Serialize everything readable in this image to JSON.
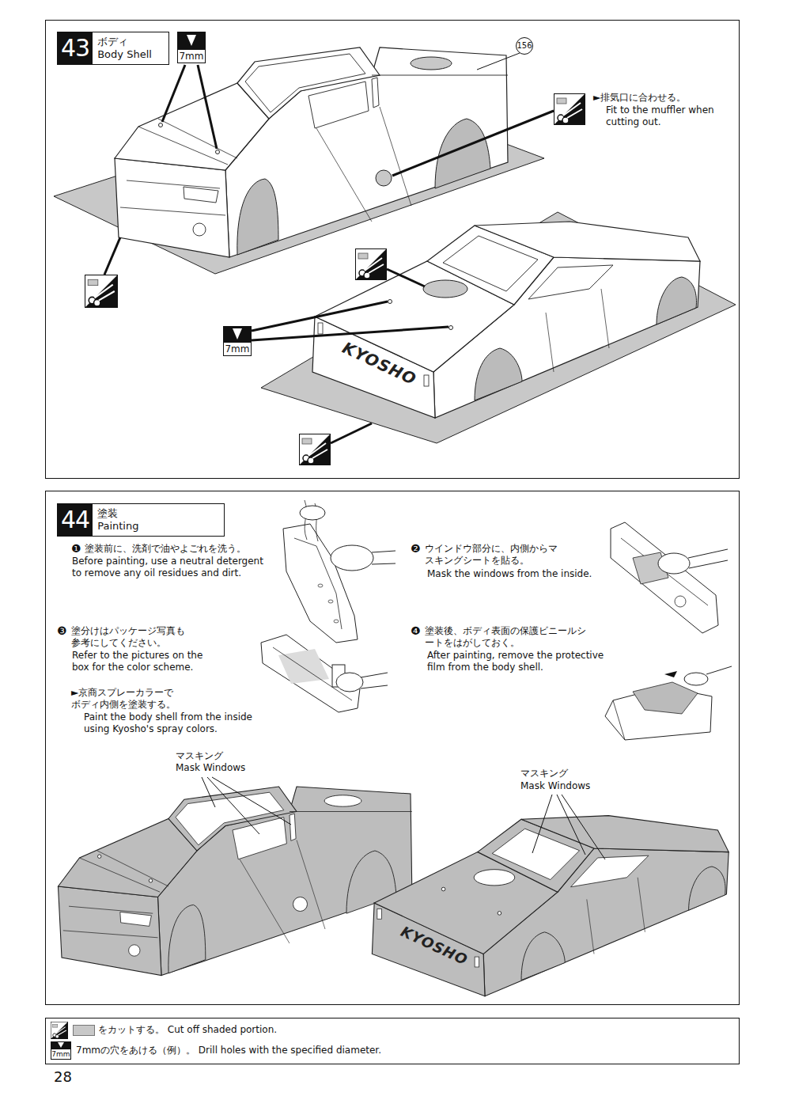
{
  "diagram": {
    "nodes": [
      {
        "text": [
          "43",
          "ボディ",
          "Body Shell"
        ]
      },
      {
        "text": [
          "44",
          "塗装",
          "Painting"
        ]
      }
    ],
    "edges": [],
    "labels": [
      "156",
      "7mm",
      "►排気口に合わせる。",
      "Fit to the muffler when cutting out.",
      "KYOSHO",
      "7mm",
      "❶",
      "塗装前に、洗剤で油やよごれを洗う。",
      "Before painting, use a neutral detergent to remove any oil residues and dirt.",
      "❷",
      "ウインドウ部分に、内側からマスキングシートを貼る。",
      "Mask the windows from the inside.",
      "❸",
      "塗分けはパッケージ写真も参考にしてください。",
      "Refer to the pictures on the box for the color scheme.",
      "❹",
      "塗装後、ボディ表面の保護ビニールシートをはがしておく。",
      "After painting, remove the protective film from the body shell.",
      "►京商スプレーカラーでボディ内側を塗装する。",
      "Paint the body shell from the inside using Kyosho's spray colors.",
      "マスキング",
      "Mask Windows",
      "KYOSHO",
      "マスキング",
      "Mask Windows",
      "7mm",
      "28"
    ],
    "legend": [
      {
        "text": "をカットする。 Cut off shaded portion.",
        "color": "#c8c8c8"
      },
      {
        "text": "7mmの穴をあける（例）。 Drill holes with the specified diameter."
      }
    ]
  }
}
